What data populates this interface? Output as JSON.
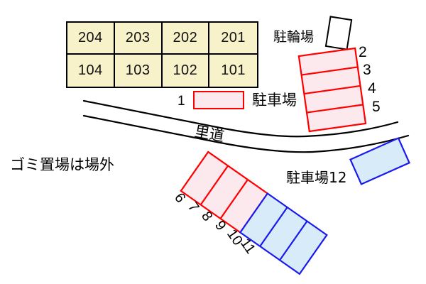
{
  "site_map": {
    "title_text_present": false,
    "building_units": {
      "name": "apartment-unit-grid",
      "rows": [
        [
          "204",
          "203",
          "202",
          "201"
        ],
        [
          "104",
          "103",
          "102",
          "101"
        ]
      ],
      "fill_color": "#f7f2ca",
      "border_color": "#000000"
    },
    "legend": {
      "number": "1",
      "label": "駐車場",
      "swatch_fill": "#fce9ee",
      "swatch_border": "#ff0000"
    },
    "bicycle_parking": {
      "label": "駐輪場",
      "shape_fill": "#ffffff",
      "shape_border": "#000000"
    },
    "road": {
      "label": "里道",
      "line_color": "#000000"
    },
    "notes": {
      "trash": "ゴミ置場は場外"
    },
    "parking_right_cluster": {
      "name": "parking-cluster-north",
      "fill": "#fce9ee",
      "border": "#ff0000",
      "numbers": [
        "2",
        "3",
        "4",
        "5"
      ]
    },
    "parking_bottom_pink": {
      "name": "parking-cluster-south-pink",
      "fill": "#fce9ee",
      "border": "#ff0000",
      "numbers": [
        "6",
        "7",
        "8"
      ]
    },
    "parking_bottom_blue": {
      "name": "parking-cluster-south-blue",
      "fill": "#d7ecf8",
      "border": "#1a1aee",
      "numbers": [
        "9",
        "10",
        "11"
      ]
    },
    "parking_twelve": {
      "label": "駐車場12",
      "fill": "#d7ecf8",
      "border": "#1a1aee"
    }
  }
}
